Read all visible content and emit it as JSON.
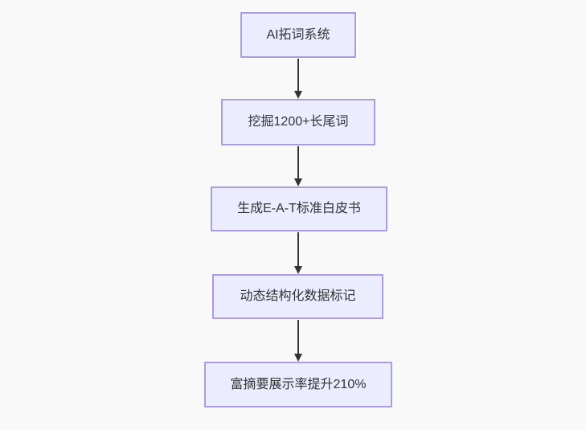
{
  "diagram": {
    "type": "flowchart",
    "direction": "top-down",
    "colors": {
      "background": "#f9f9f9",
      "node_fill": "#ececff",
      "node_border": "#ab9cdb",
      "node_text": "#333333",
      "arrow": "#333333"
    },
    "nodes": [
      {
        "id": "A",
        "label": "AI拓词系统"
      },
      {
        "id": "B",
        "label": "挖掘1200+长尾词"
      },
      {
        "id": "C",
        "label": "生成E-A-T标准白皮书"
      },
      {
        "id": "D",
        "label": "动态结构化数据标记"
      },
      {
        "id": "E",
        "label": "富摘要展示率提升210%"
      }
    ],
    "edges": [
      {
        "from": "A",
        "to": "B"
      },
      {
        "from": "B",
        "to": "C"
      },
      {
        "from": "C",
        "to": "D"
      },
      {
        "from": "D",
        "to": "E"
      }
    ]
  }
}
